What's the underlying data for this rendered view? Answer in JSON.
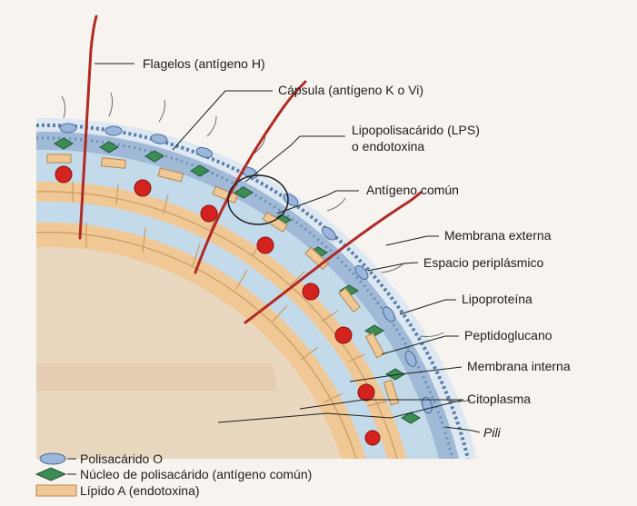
{
  "labels": {
    "flagelos": "Flagelos (antígeno H)",
    "capsula": "Cápsula (antígeno K o Vi)",
    "lps_line1": "Lipopolisacárido (LPS)",
    "lps_line2": "o endotoxina",
    "antigeno_comun": "Antígeno común",
    "membrana_externa": "Membrana externa",
    "espacio_periplasmico": "Espacio periplásmico",
    "lipoproteina": "Lipoproteína",
    "peptidoglucano": "Peptidoglucano",
    "membrana_interna": "Membrana interna",
    "citoplasma": "Citoplasma",
    "pili": "Pili"
  },
  "legend": {
    "polisacarido_o": "Polisacárido O",
    "nucleo_polisacarido": "Núcleo de polisacárido (antígeno común)",
    "lipido_a": "Lípido A (endotoxina)"
  },
  "colors": {
    "background": "#f7f3ee",
    "cytoplasm": "#ead7bf",
    "membrane_tan": "#efc896",
    "periplasm_blue": "#bcd6e8",
    "capsule_blue": "#d8e6f1",
    "flagellum_red": "#b02a26",
    "lipoprotein_red": "#d4231f",
    "core_green": "#3d8b55",
    "oantigen_blue": "#9ab6dc"
  }
}
